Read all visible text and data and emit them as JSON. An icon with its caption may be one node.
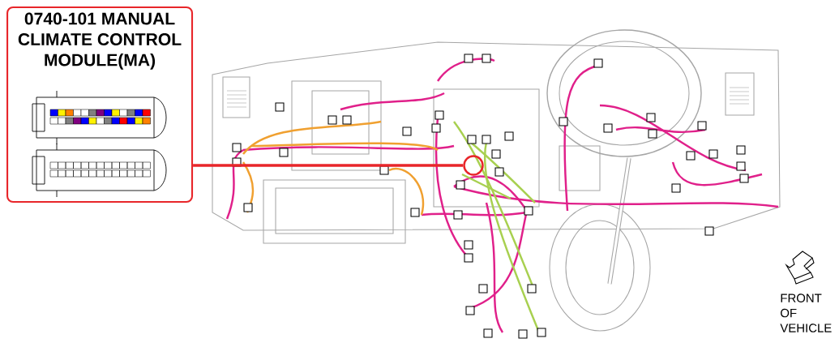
{
  "diagram": {
    "nodes": [
      {
        "text": [
          "0740-101 MANUAL CLIMATE CONTROL MODULE(MA)"
        ]
      },
      {
        "text": [],
        "shape": "circle"
      }
    ],
    "edges": [
      {
        "from": 0,
        "to": 1,
        "arrow": "none"
      }
    ],
    "labels": [
      "FRONT OF VEHICLE"
    ]
  }
}
